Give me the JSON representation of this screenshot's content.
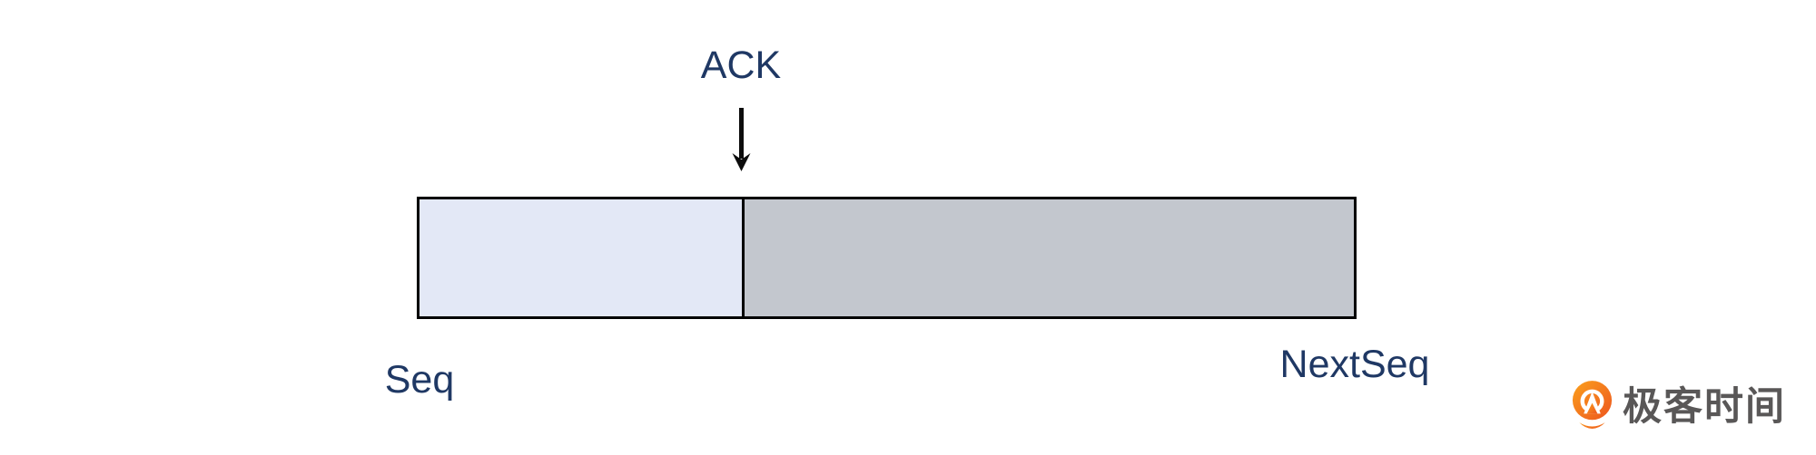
{
  "diagram": {
    "ack": {
      "label": "ACK"
    },
    "seq": {
      "label": "Seq"
    },
    "next_seq": {
      "label": "NextSeq"
    },
    "label_color": "#1f3864",
    "arrow_color": "#0c0c0c",
    "bar": {
      "border_color": "#000000",
      "segments": [
        {
          "name": "acked-portion",
          "color": "#e3e8f6"
        },
        {
          "name": "unacked-portion",
          "color": "#c3c7ce"
        }
      ]
    }
  },
  "brand": {
    "name": "极客时间",
    "text_color": "#595757",
    "icon_color_top": "#fba01c",
    "icon_color_bottom": "#ed551f"
  }
}
